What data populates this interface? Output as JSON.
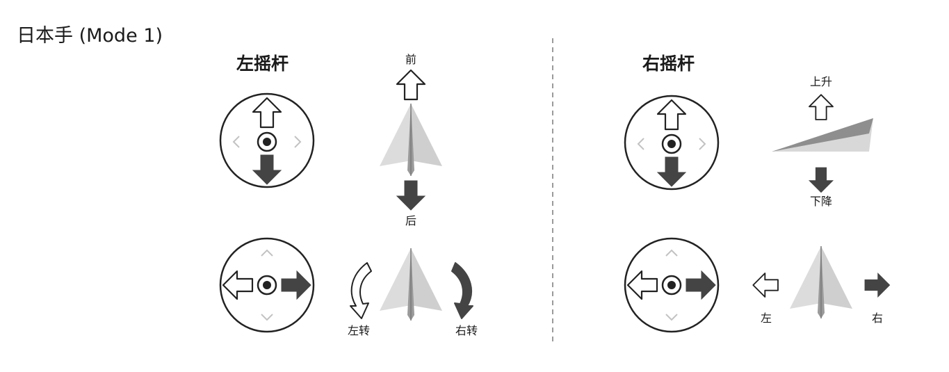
{
  "title": "日本手 (Mode 1)",
  "left_stick": {
    "title": "左摇杆",
    "forward_label": "前",
    "backward_label": "后",
    "yaw_left_label": "左转",
    "yaw_right_label": "右转"
  },
  "right_stick": {
    "title": "右摇杆",
    "up_label": "上升",
    "down_label": "下降",
    "left_label": "左",
    "right_label": "右"
  },
  "colors": {
    "arrow_dark": "#444444",
    "arrow_outline": "#222222",
    "plane_light": "#d9d9d9",
    "plane_dark": "#8c8c8c",
    "guide_gray": "#bdbdbd"
  }
}
